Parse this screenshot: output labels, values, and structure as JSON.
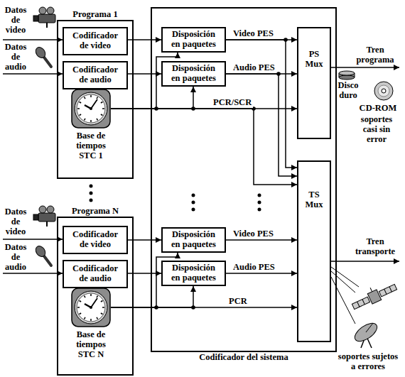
{
  "diagram": {
    "nodes": [
      {
        "text": [
          "Programa 1"
        ]
      },
      {
        "text": [
          "Codificador de video"
        ],
        "in": 0
      },
      {
        "text": [
          "Codificador de audio"
        ],
        "in": 0
      },
      {
        "text": [
          "Base de tiempos STC 1"
        ],
        "in": 0
      },
      {
        "text": [
          "Programa N"
        ]
      },
      {
        "text": [
          "Codificador de video"
        ],
        "in": 4
      },
      {
        "text": [
          "Codificador de audio"
        ],
        "in": 4
      },
      {
        "text": [
          "Base de tiempos STC N"
        ],
        "in": 4
      },
      {
        "text": [
          "Codificador del sistema"
        ]
      },
      {
        "text": [
          "Disposición en paquetes"
        ],
        "in": 8
      },
      {
        "text": [
          "Disposición en paquetes"
        ],
        "in": 8
      },
      {
        "text": [
          "PS Mux"
        ],
        "in": 8
      },
      {
        "text": [
          "TS Mux"
        ],
        "in": 8
      },
      {
        "text": [
          "Disposición en paquetes"
        ],
        "in": 8
      },
      {
        "text": [
          "Disposición en paquetes"
        ],
        "in": 8
      }
    ],
    "edges": [
      {
        "from": 1,
        "to": 9,
        "arrow": "to"
      },
      {
        "from": 2,
        "to": 10,
        "arrow": "to"
      },
      {
        "from": 9,
        "to": 11,
        "arrow": "to",
        "label": "Video PES"
      },
      {
        "from": 9,
        "to": 12,
        "arrow": "to"
      },
      {
        "from": 10,
        "to": 11,
        "arrow": "to",
        "label": "Audio PES"
      },
      {
        "from": 10,
        "to": 12,
        "arrow": "to"
      },
      {
        "from": 3,
        "to": 9,
        "arrow": "to"
      },
      {
        "from": 3,
        "to": 10,
        "arrow": "to"
      },
      {
        "from": 3,
        "to": 11,
        "arrow": "to",
        "label": "PCR/SCR"
      },
      {
        "from": 3,
        "to": 12,
        "arrow": "to"
      },
      {
        "from": 5,
        "to": 13,
        "arrow": "to"
      },
      {
        "from": 6,
        "to": 14,
        "arrow": "to"
      },
      {
        "from": 13,
        "to": 12,
        "arrow": "to",
        "label": "Video PES"
      },
      {
        "from": 14,
        "to": 12,
        "arrow": "to",
        "label": "Audio PES"
      },
      {
        "from": 7,
        "to": 13,
        "arrow": "to"
      },
      {
        "from": 7,
        "to": 14,
        "arrow": "to"
      },
      {
        "from": 7,
        "to": 12,
        "arrow": "to",
        "label": "PCR"
      }
    ],
    "labels": [
      "Datos de video",
      "Datos de audio",
      "Tren programa",
      "Disco duro",
      "CD-ROM",
      "soportes casi sin error",
      "Datos de video",
      "Datos de audio",
      "Tren transporte",
      "soportes sujetos a errores"
    ]
  }
}
